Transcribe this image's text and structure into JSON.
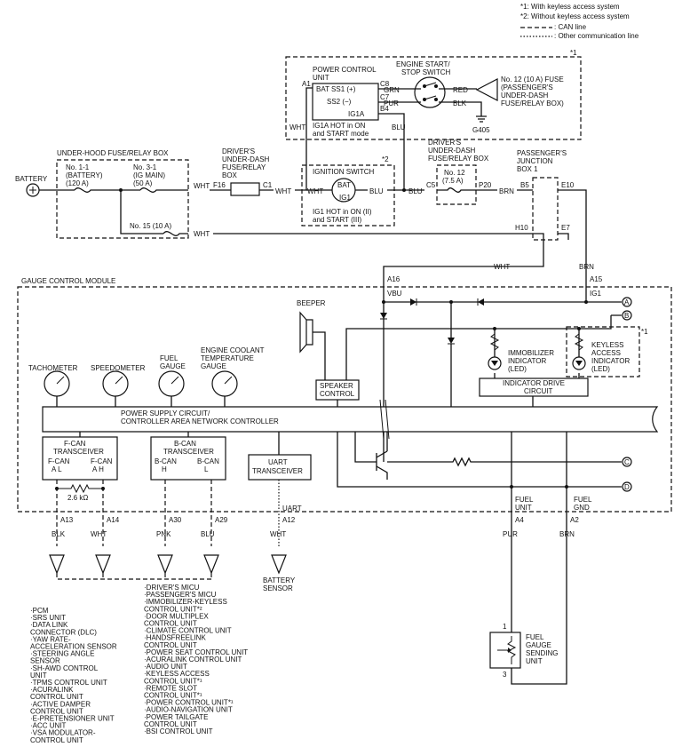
{
  "legend": {
    "note1": "*1: With keyless access system",
    "note2": "*2: Without keyless access system",
    "can_line": ": CAN line",
    "other_line": ": Other communication line"
  },
  "power_control": {
    "mark": "*1",
    "title1": "POWER CONTROL",
    "title2": "UNIT",
    "bat_ss1": "BAT SS1 (+)",
    "ss2": "SS2 (−)",
    "ig1a": "IG1A",
    "a1": "A1",
    "c8": "C8",
    "c7": "C7",
    "b4": "B4",
    "note1": "IG1A HOT in ON",
    "note2": "and START mode",
    "wire_wht": "WHT",
    "wire_blu": "BLU"
  },
  "start_switch": {
    "title1": "ENGINE START/",
    "title2": "STOP SWITCH",
    "grn": "GRN",
    "pur": "PUR",
    "red": "RED",
    "blk": "BLK",
    "ground": "G405",
    "fuse1": "No. 12 (10 A) FUSE",
    "fuse2": "(PASSENGER'S",
    "fuse3": "UNDER-DASH",
    "fuse4": "FUSE/RELAY BOX)"
  },
  "battery": "BATTERY",
  "underhood": {
    "title": "UNDER-HOOD FUSE/RELAY BOX",
    "fuse1a": "No. 1-1",
    "fuse1b": "(BATTERY)",
    "fuse1c": "(120 A)",
    "fuse2a": "No. 3-1",
    "fuse2b": "(IG MAIN)",
    "fuse2c": "(50 A)",
    "fuse3": "No. 15 (10 A)",
    "wht1": "WHT",
    "wht2": "WHT"
  },
  "driver_box1": {
    "t1": "DRIVER'S",
    "t2": "UNDER-DASH",
    "t3": "FUSE/RELAY",
    "t4": "BOX",
    "f16": "F16",
    "c1": "C1",
    "wht": "WHT"
  },
  "ign_switch": {
    "mark": "*2",
    "title": "IGNITION SWITCH",
    "bat": "BAT",
    "ig1": "IG1",
    "wht": "WHT",
    "blu": "BLU",
    "note1": "IG1 HOT in ON (II)",
    "note2": "and START (III)",
    "blu2": "BLU"
  },
  "driver_box2": {
    "t1": "DRIVER'S",
    "t2": "UNDER-DASH",
    "t3": "FUSE/RELAY BOX",
    "fuse1": "No. 12",
    "fuse2": "(7.5 A)",
    "c5": "C5",
    "p20": "P20",
    "brn": "BRN"
  },
  "junction": {
    "t1": "PASSENGER'S",
    "t2": "JUNCTION",
    "t3": "BOX 1",
    "b5": "B5",
    "e10": "E10",
    "h10": "H10",
    "e7": "E7",
    "wht": "WHT",
    "brn": "BRN"
  },
  "gcm": {
    "title": "GAUGE CONTROL MODULE",
    "a16": "A16",
    "vbu": "VBU",
    "a15": "A15",
    "ig1": "IG1",
    "conn_a": "A",
    "conn_b": "B",
    "conn_c": "C",
    "conn_d": "D",
    "beeper": "BEEPER",
    "speaker1": "SPEAKER",
    "speaker2": "CONTROL",
    "immob1": "IMMOBILIZER",
    "immob2": "INDICATOR",
    "immob3": "(LED)",
    "keyless_mark": "*1",
    "keyless1": "KEYLESS",
    "keyless2": "ACCESS",
    "keyless3": "INDICATOR",
    "keyless4": "(LED)",
    "drive1": "INDICATOR DRIVE",
    "drive2": "CIRCUIT",
    "tach": "TACHOMETER",
    "speedo": "SPEEDOMETER",
    "fuel1": "FUEL",
    "fuel2": "GAUGE",
    "ect1": "ENGINE COOLANT",
    "ect2": "TEMPERATURE",
    "ect3": "GAUGE",
    "psc1": "POWER SUPPLY CIRCUIT/",
    "psc2": "CONTROLLER AREA NETWORK CONTROLLER",
    "fcan1": "F-CAN",
    "fcan2": "TRANSCEIVER",
    "fcanl1": "F-CAN",
    "fcanl2": "A L",
    "fcanh1": "F-CAN",
    "fcanh2": "A H",
    "bcan1": "B-CAN",
    "bcan2": "TRANSCEIVER",
    "bcanh1": "B-CAN",
    "bcanh2": "H",
    "bcanl1": "B-CAN",
    "bcanl2": "L",
    "uart1": "UART",
    "uart2": "TRANSCEIVER",
    "resistor": "2.6 kΩ",
    "uart_pin": "UART",
    "fuel_unit1": "FUEL",
    "fuel_unit2": "UNIT",
    "fuel_gnd1": "FUEL",
    "fuel_gnd2": "GND"
  },
  "pins": {
    "a13": "A13",
    "a14": "A14",
    "a30": "A30",
    "a29": "A29",
    "a12": "A12",
    "a4": "A4",
    "a2": "A2"
  },
  "wires": {
    "blk": "BLK",
    "wht": "WHT",
    "pnk": "PNK",
    "blu": "BLU",
    "wht2": "WHT",
    "pur": "PUR",
    "brn": "BRN"
  },
  "battery_sensor": [
    "BATTERY",
    "SENSOR"
  ],
  "sender": {
    "pin1": "1",
    "pin3": "3",
    "t1": "FUEL",
    "t2": "GAUGE",
    "t3": "SENDING",
    "t4": "UNIT"
  },
  "fcan_list": [
    "·PCM",
    "·SRS UNIT",
    "·DATA LINK",
    "CONNECTOR (DLC)",
    "·YAW RATE-",
    "ACCELERATION SENSOR",
    "·STEERING ANGLE",
    "SENSOR",
    "·SH-AWD CONTROL",
    "UNIT",
    "·TPMS CONTROL UNIT",
    "·ACURALINK",
    "CONTROL UNIT",
    "·ACTIVE DAMPER",
    "CONTROL UNIT",
    "·E-PRETENSIONER UNIT",
    "·ACC UNIT",
    "·VSA MODULATOR-",
    "CONTROL UNIT"
  ],
  "bcan_list": [
    "·DRIVER'S MICU",
    "·PASSENGER'S MICU",
    "·IMMOBILIZER-KEYLESS",
    "CONTROL UNIT*²",
    "·DOOR MULTIPLEX",
    "CONTROL UNIT",
    "·CLIMATE CONTROL UNIT",
    "·HANDSFREELINK",
    "CONTROL UNIT",
    "·POWER SEAT CONTROL UNIT",
    "·ACURALINK CONTROL UNIT",
    "·AUDIO UNIT",
    "·KEYLESS ACCESS",
    "CONTROL UNIT*¹",
    "·REMOTE SLOT",
    "CONTROL UNIT*¹",
    "·POWER CONTROL UNIT*¹",
    "·AUDIO-NAVIGATION UNIT",
    "·POWER TAILGATE",
    "CONTROL UNIT",
    "·BSI CONTROL UNIT"
  ]
}
